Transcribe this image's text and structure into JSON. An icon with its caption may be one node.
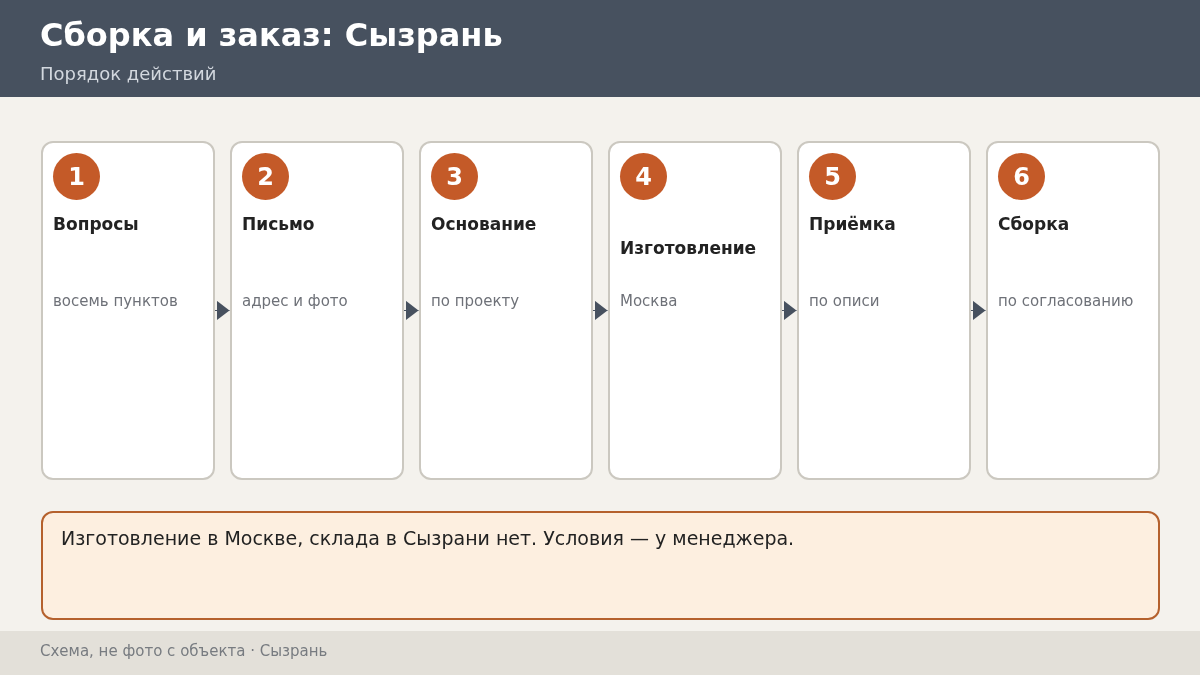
{
  "diagram": {
    "title": "Сборка и заказ: Сызрань",
    "nodes": [
      {
        "text": [
          "Вопросы",
          "восемь пунктов"
        ]
      },
      {
        "text": [
          "1"
        ],
        "in": 0
      },
      {
        "text": [
          "Письмо",
          "адрес и фото"
        ]
      },
      {
        "text": [
          "2"
        ],
        "in": 2
      },
      {
        "text": [
          "Основание",
          "по проекту"
        ]
      },
      {
        "text": [
          "3"
        ],
        "in": 4
      },
      {
        "text": [
          "Изготовление",
          "Москва"
        ]
      },
      {
        "text": [
          "4"
        ],
        "in": 6
      },
      {
        "text": [
          "Приёмка",
          "по описи"
        ]
      },
      {
        "text": [
          "5"
        ],
        "in": 8
      },
      {
        "text": [
          "Сборка",
          "по согласованию"
        ]
      },
      {
        "text": [
          "6"
        ],
        "in": 10
      },
      {
        "text": [
          "Изготовление в Москве, склада в Сызрани нет. Условия — у менеджера."
        ]
      }
    ],
    "edges": [
      {
        "from": 0,
        "to": 2,
        "arrow": "to"
      },
      {
        "from": 2,
        "to": 4,
        "arrow": "to"
      },
      {
        "from": 4,
        "to": 6,
        "arrow": "to"
      },
      {
        "from": 6,
        "to": 8,
        "arrow": "to"
      },
      {
        "from": 8,
        "to": 10,
        "arrow": "to"
      }
    ],
    "labels": [
      "Порядок действий",
      "Схема, не фото с объекта · Сызрань"
    ]
  }
}
